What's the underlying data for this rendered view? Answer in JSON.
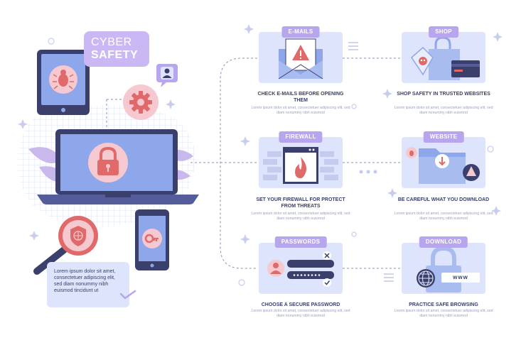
{
  "header": {
    "title_line1": "CYBER",
    "title_line2": "SAFETY"
  },
  "intro_text": "Lorem ipsum dolor sit amet, consectetuer adipiscing elit, sed diam nonummy nibh euismod tincidunt ut",
  "cards": [
    {
      "tag": "E-MAILS",
      "title": "CHECK E-MAILS BEFORE OPENING THEM",
      "desc": "Lorem ipsum dolor sit amet, consectetuer adipiscing elit, sed diam nonummy nibh euismod",
      "icon": "envelope-warning-icon"
    },
    {
      "tag": "SHOP",
      "title": "SHOP SAFETY IN TRUSTED WEBSITES",
      "desc": "Lorem ipsum dolor sit amet, consectetuer adipiscing elit, sed diam nonummy nibh euismod",
      "icon": "shopping-bag-icon"
    },
    {
      "tag": "FIREWALL",
      "title": "SET YOUR FIREWALL FOR PROTECT FROM THREATS",
      "desc": "Lorem ipsum dolor sit amet, consectetuer adipiscing elit, sed diam nonummy nibh euismod",
      "icon": "firewall-icon"
    },
    {
      "tag": "WEBSITE",
      "title": "BE CAREFUL WHAT YOU DOWNLOAD",
      "desc": "Lorem ipsum dolor sit amet, consectetuer adipiscing elit, sed diam nonummy nibh euismod",
      "icon": "folder-download-icon"
    },
    {
      "tag": "PASSWORDS",
      "title": "CHOOSE A SECURE PASSWORD",
      "desc": "Lorem ipsum dolor sit amet, consectetuer adipiscing elit, sed diam nonummy nibh euismod",
      "icon": "password-form-icon"
    },
    {
      "tag": "DOWNLOAD",
      "title": "PRACTICE SAFE BROWSING",
      "desc": "Lorem ipsum dolor sit amet, consectetuer adipiscing elit, sed diam nonummy nibh euismod",
      "icon": "globe-lock-icon"
    }
  ],
  "browsing_field": "www",
  "colors": {
    "background": "#ffffff",
    "card_fill": "#dde4fb",
    "tag_purple": "#b7a5ee",
    "navy": "#3a3f6b",
    "pink": "#f6c9d0",
    "accent_red": "#e06a6a",
    "device_blue": "#7f9de6"
  }
}
